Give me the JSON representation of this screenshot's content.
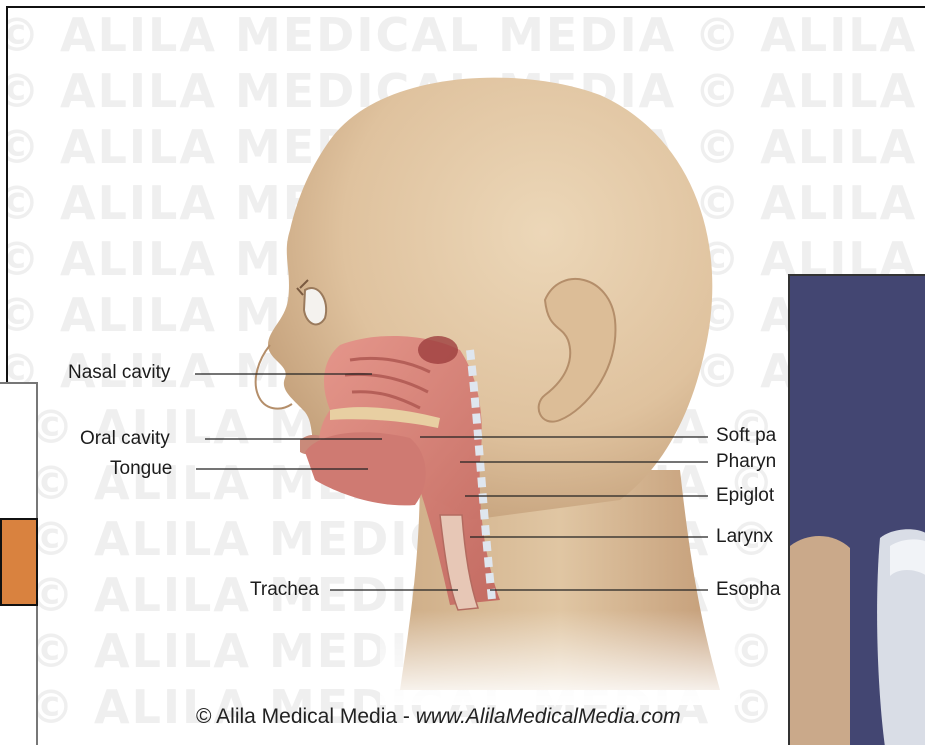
{
  "watermark": {
    "text": "© ALILA MEDICAL MEDIA"
  },
  "labels": {
    "nasal_cavity": "Nasal cavity",
    "oral_cavity": "Oral cavity",
    "tongue": "Tongue",
    "trachea": "Trachea",
    "soft_palate": "Soft pa",
    "pharynx": "Pharyn",
    "epiglottis": "Epiglot",
    "larynx": "Larynx",
    "esophagus": "Esopha"
  },
  "credit": {
    "prefix": "© Alila Medical Media - ",
    "url": "www.AlilaMedicalMedia.com"
  },
  "colors": {
    "skin": "#e4c9a6",
    "skin_shadow": "#c9a27d",
    "tissue": "#d9847b",
    "tissue_dark": "#b8625b",
    "orange_box": "#d9823f",
    "right_panel_bg": "#4a4d78"
  },
  "icons": {
    "copyright": "copyright-icon"
  }
}
